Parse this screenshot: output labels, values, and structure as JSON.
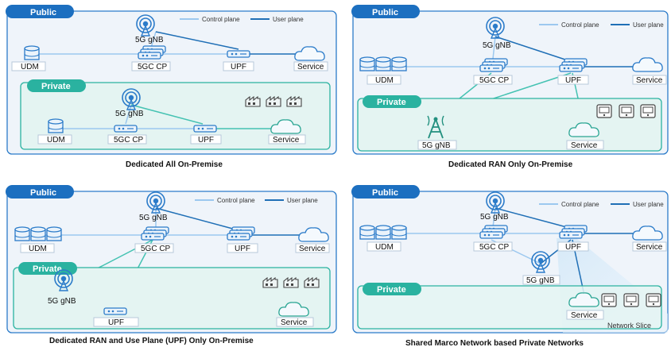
{
  "legend": {
    "control": "Control plane",
    "user": "User plane"
  },
  "colors": {
    "public_tab": "#1c6fc0",
    "private_tab": "#2ab2a0",
    "control_line": "#9cc8ef",
    "user_line": "#1f6fb6",
    "private_line": "#44c2b2",
    "device": "#2b7bc9"
  },
  "panels": [
    {
      "public_tab": "Public",
      "private_tab": "Private",
      "caption": "Dedicated All On-Premise",
      "pub": {
        "gnb": "5G gNB",
        "udm": "UDM",
        "cp": "5GC CP",
        "upf": "UPF",
        "service": "Service"
      },
      "priv": {
        "gnb": "5G gNB",
        "udm": "UDM",
        "cp": "5GC CP",
        "upf": "UPF",
        "service": "Service"
      }
    },
    {
      "public_tab": "Public",
      "private_tab": "Private",
      "caption": "Dedicated RAN Only On-Premise",
      "pub": {
        "gnb": "5G gNB",
        "udm": "UDM",
        "cp": "5GC CP",
        "upf": "UPF",
        "service": "Service"
      },
      "priv": {
        "gnb": "5G gNB",
        "service": "Service"
      }
    },
    {
      "public_tab": "Public",
      "private_tab": "Private",
      "caption": "Dedicated RAN and Use Plane (UPF) Only On-Premise",
      "pub": {
        "gnb": "5G gNB",
        "udm": "UDM",
        "cp": "5GC CP",
        "upf": "UPF",
        "service": "Service"
      },
      "priv": {
        "gnb": "5G gNB",
        "upf": "UPF",
        "service": "Service"
      }
    },
    {
      "public_tab": "Public",
      "private_tab": "Private",
      "caption": "Shared Marco Network based Private Networks",
      "pub": {
        "gnb": "5G gNB",
        "udm": "UDM",
        "cp": "5GC CP",
        "upf": "UPF",
        "service": "Service",
        "gnb2": "5G gNB"
      },
      "priv": {
        "service": "Service",
        "slice": "Network Slice"
      }
    }
  ]
}
